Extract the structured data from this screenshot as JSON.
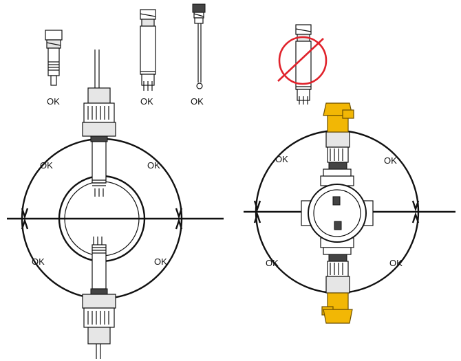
{
  "labels": {
    "sensor_1": "OK",
    "sensor_2": "OK",
    "sensor_3": "OK",
    "left_upper_left": "OK",
    "left_upper_right": "OK",
    "left_lower_left": "OK",
    "left_lower_right": "OK",
    "right_upper_left": "OK",
    "right_upper_right": "OK",
    "right_lower_left": "OK",
    "right_lower_right": "OK"
  },
  "colors": {
    "line": "#111111",
    "prohibition": "#e0222b",
    "connector": "#f2b705",
    "grey": "#e6e6e6"
  },
  "icons": {
    "not_allowed": "prohibition-sign-icon"
  }
}
